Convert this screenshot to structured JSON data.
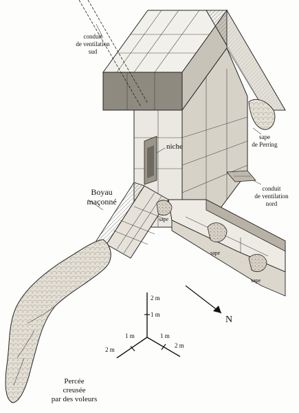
{
  "labels": {
    "conduit_sud": [
      "conduit",
      "de ventilation",
      "sud"
    ],
    "sape_perring": [
      "sape",
      "de Perring"
    ],
    "niche": "niche",
    "boyau": [
      "Boyau",
      "maçonné"
    ],
    "conduit_nord": [
      "conduit",
      "de ventilation",
      "nord"
    ],
    "sape_1": "sape",
    "sape_2": "sape",
    "sape_3": "sape",
    "percee": [
      "Percée",
      "creusée",
      "par des voleurs"
    ]
  },
  "scale": {
    "v_2m": "2 m",
    "v_1m": "1 m",
    "left_1m": "1 m",
    "left_2m": "2 m",
    "right_1m": "1 m",
    "right_2m": "2 m",
    "north": "N"
  },
  "colors": {
    "stone_light": "#e9e6df",
    "stone_mid": "#d3cec3",
    "stone_dark": "#8f8a80",
    "rubble": "#c9c3b6"
  }
}
